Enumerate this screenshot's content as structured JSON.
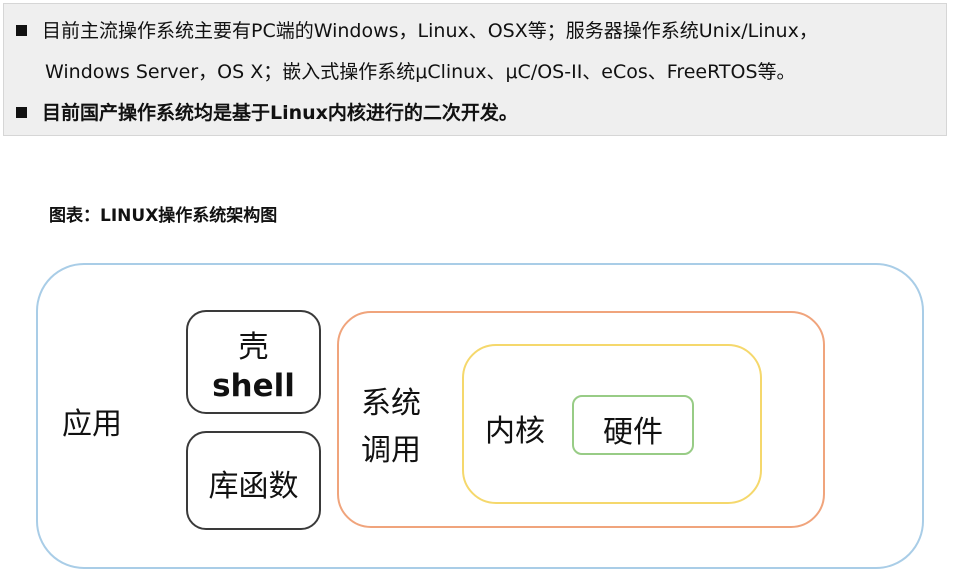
{
  "summary": {
    "bullet1_line1": "目前主流操作系统主要有PC端的Windows，Linux、OSX等；服务器操作系统Unix/Linux，",
    "bullet1_line2": "Windows Server，OS X；嵌入式操作系统μClinux、μC/OS-II、eCos、FreeRTOS等。",
    "bullet2": "目前国产操作系统均是基于Linux内核进行的二次开发。"
  },
  "figure_title": "图表：LINUX操作系统架构图",
  "diagram": {
    "app_label": "应用",
    "shell_label_cn": "壳",
    "shell_label_en": "shell",
    "library_label": "库函数",
    "syscall_label_1": "系统",
    "syscall_label_2": "调用",
    "kernel_label": "内核",
    "hardware_label": "硬件",
    "colors": {
      "app_border": "#a9cde7",
      "syscall_border": "#f0a47c",
      "kernel_border": "#f5d86c",
      "hardware_border": "#98cc86",
      "shell_library_border": "#3a3a3a"
    }
  }
}
